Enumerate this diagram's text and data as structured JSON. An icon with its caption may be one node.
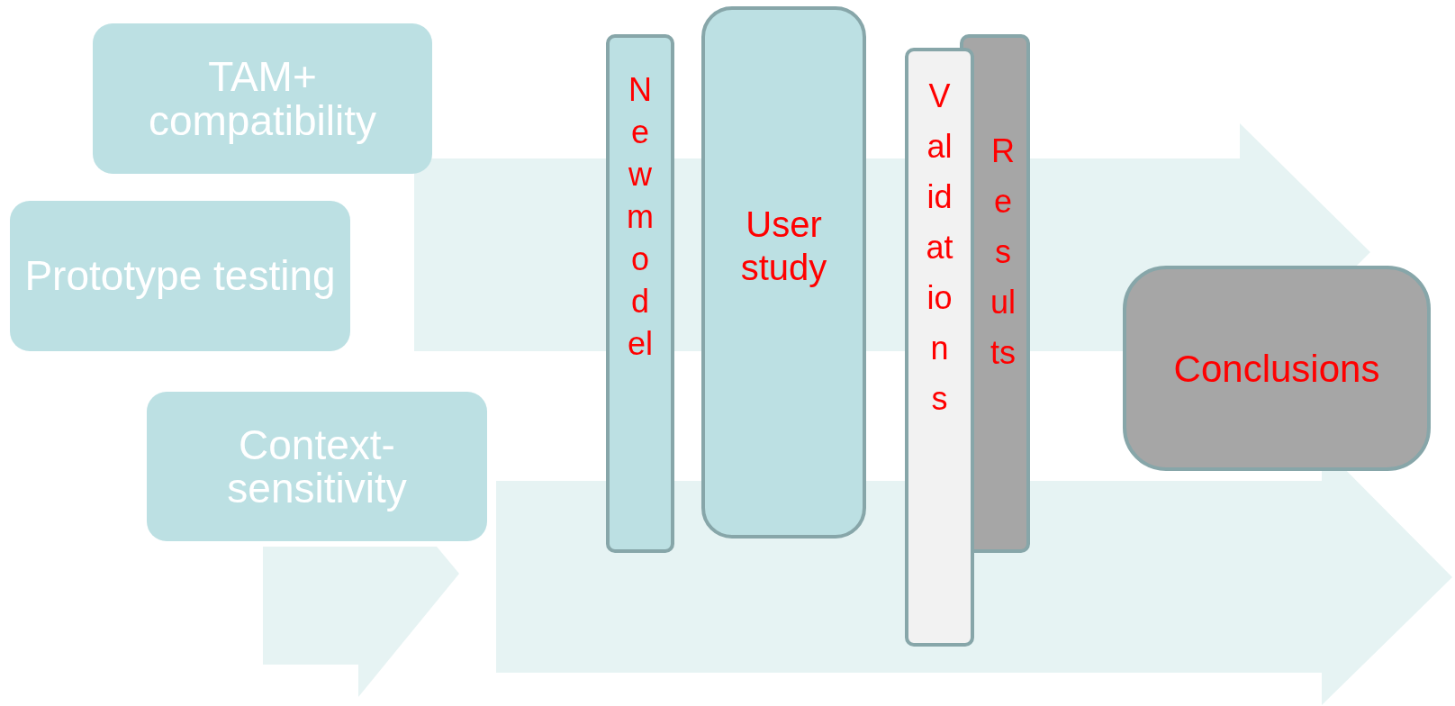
{
  "diagram": {
    "nodes": [
      {
        "text": [
          "TAM+ compatibility"
        ]
      },
      {
        "text": [
          "Prototype testing"
        ]
      },
      {
        "text": [
          "Context-sensitivity"
        ]
      },
      {
        "text": [
          "New model"
        ]
      },
      {
        "text": [
          "User study"
        ]
      },
      {
        "text": [
          "Validations"
        ]
      },
      {
        "text": [
          "Results"
        ]
      },
      {
        "text": [
          "Conclusions"
        ]
      }
    ]
  }
}
